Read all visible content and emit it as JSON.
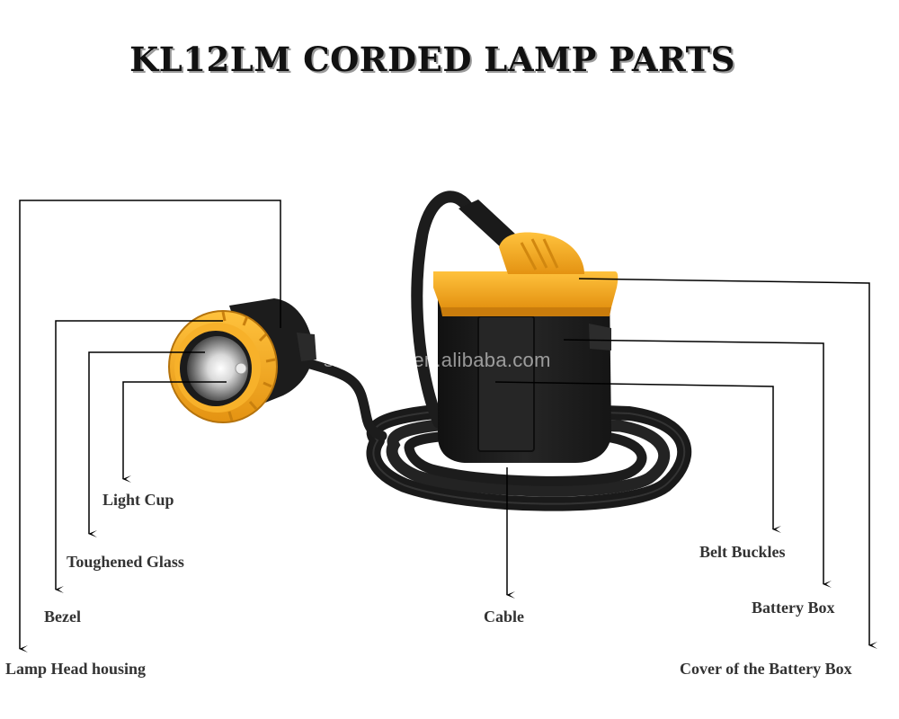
{
  "title": "KL12LM CORDED LAMP PARTS",
  "watermark": "szbrando.en.alibaba.com",
  "colors": {
    "accent_yellow": "#f5a71c",
    "body_black": "#1c1c1c",
    "line": "#000000"
  },
  "labels": {
    "light_cup": "Light Cup",
    "toughened_glass": "Toughened Glass",
    "bezel": "Bezel",
    "lamp_head_housing": "Lamp Head housing",
    "cable": "Cable",
    "belt_buckles": "Belt Buckles",
    "battery_box": "Battery Box",
    "cover_battery_box": "Cover of the Battery Box"
  }
}
